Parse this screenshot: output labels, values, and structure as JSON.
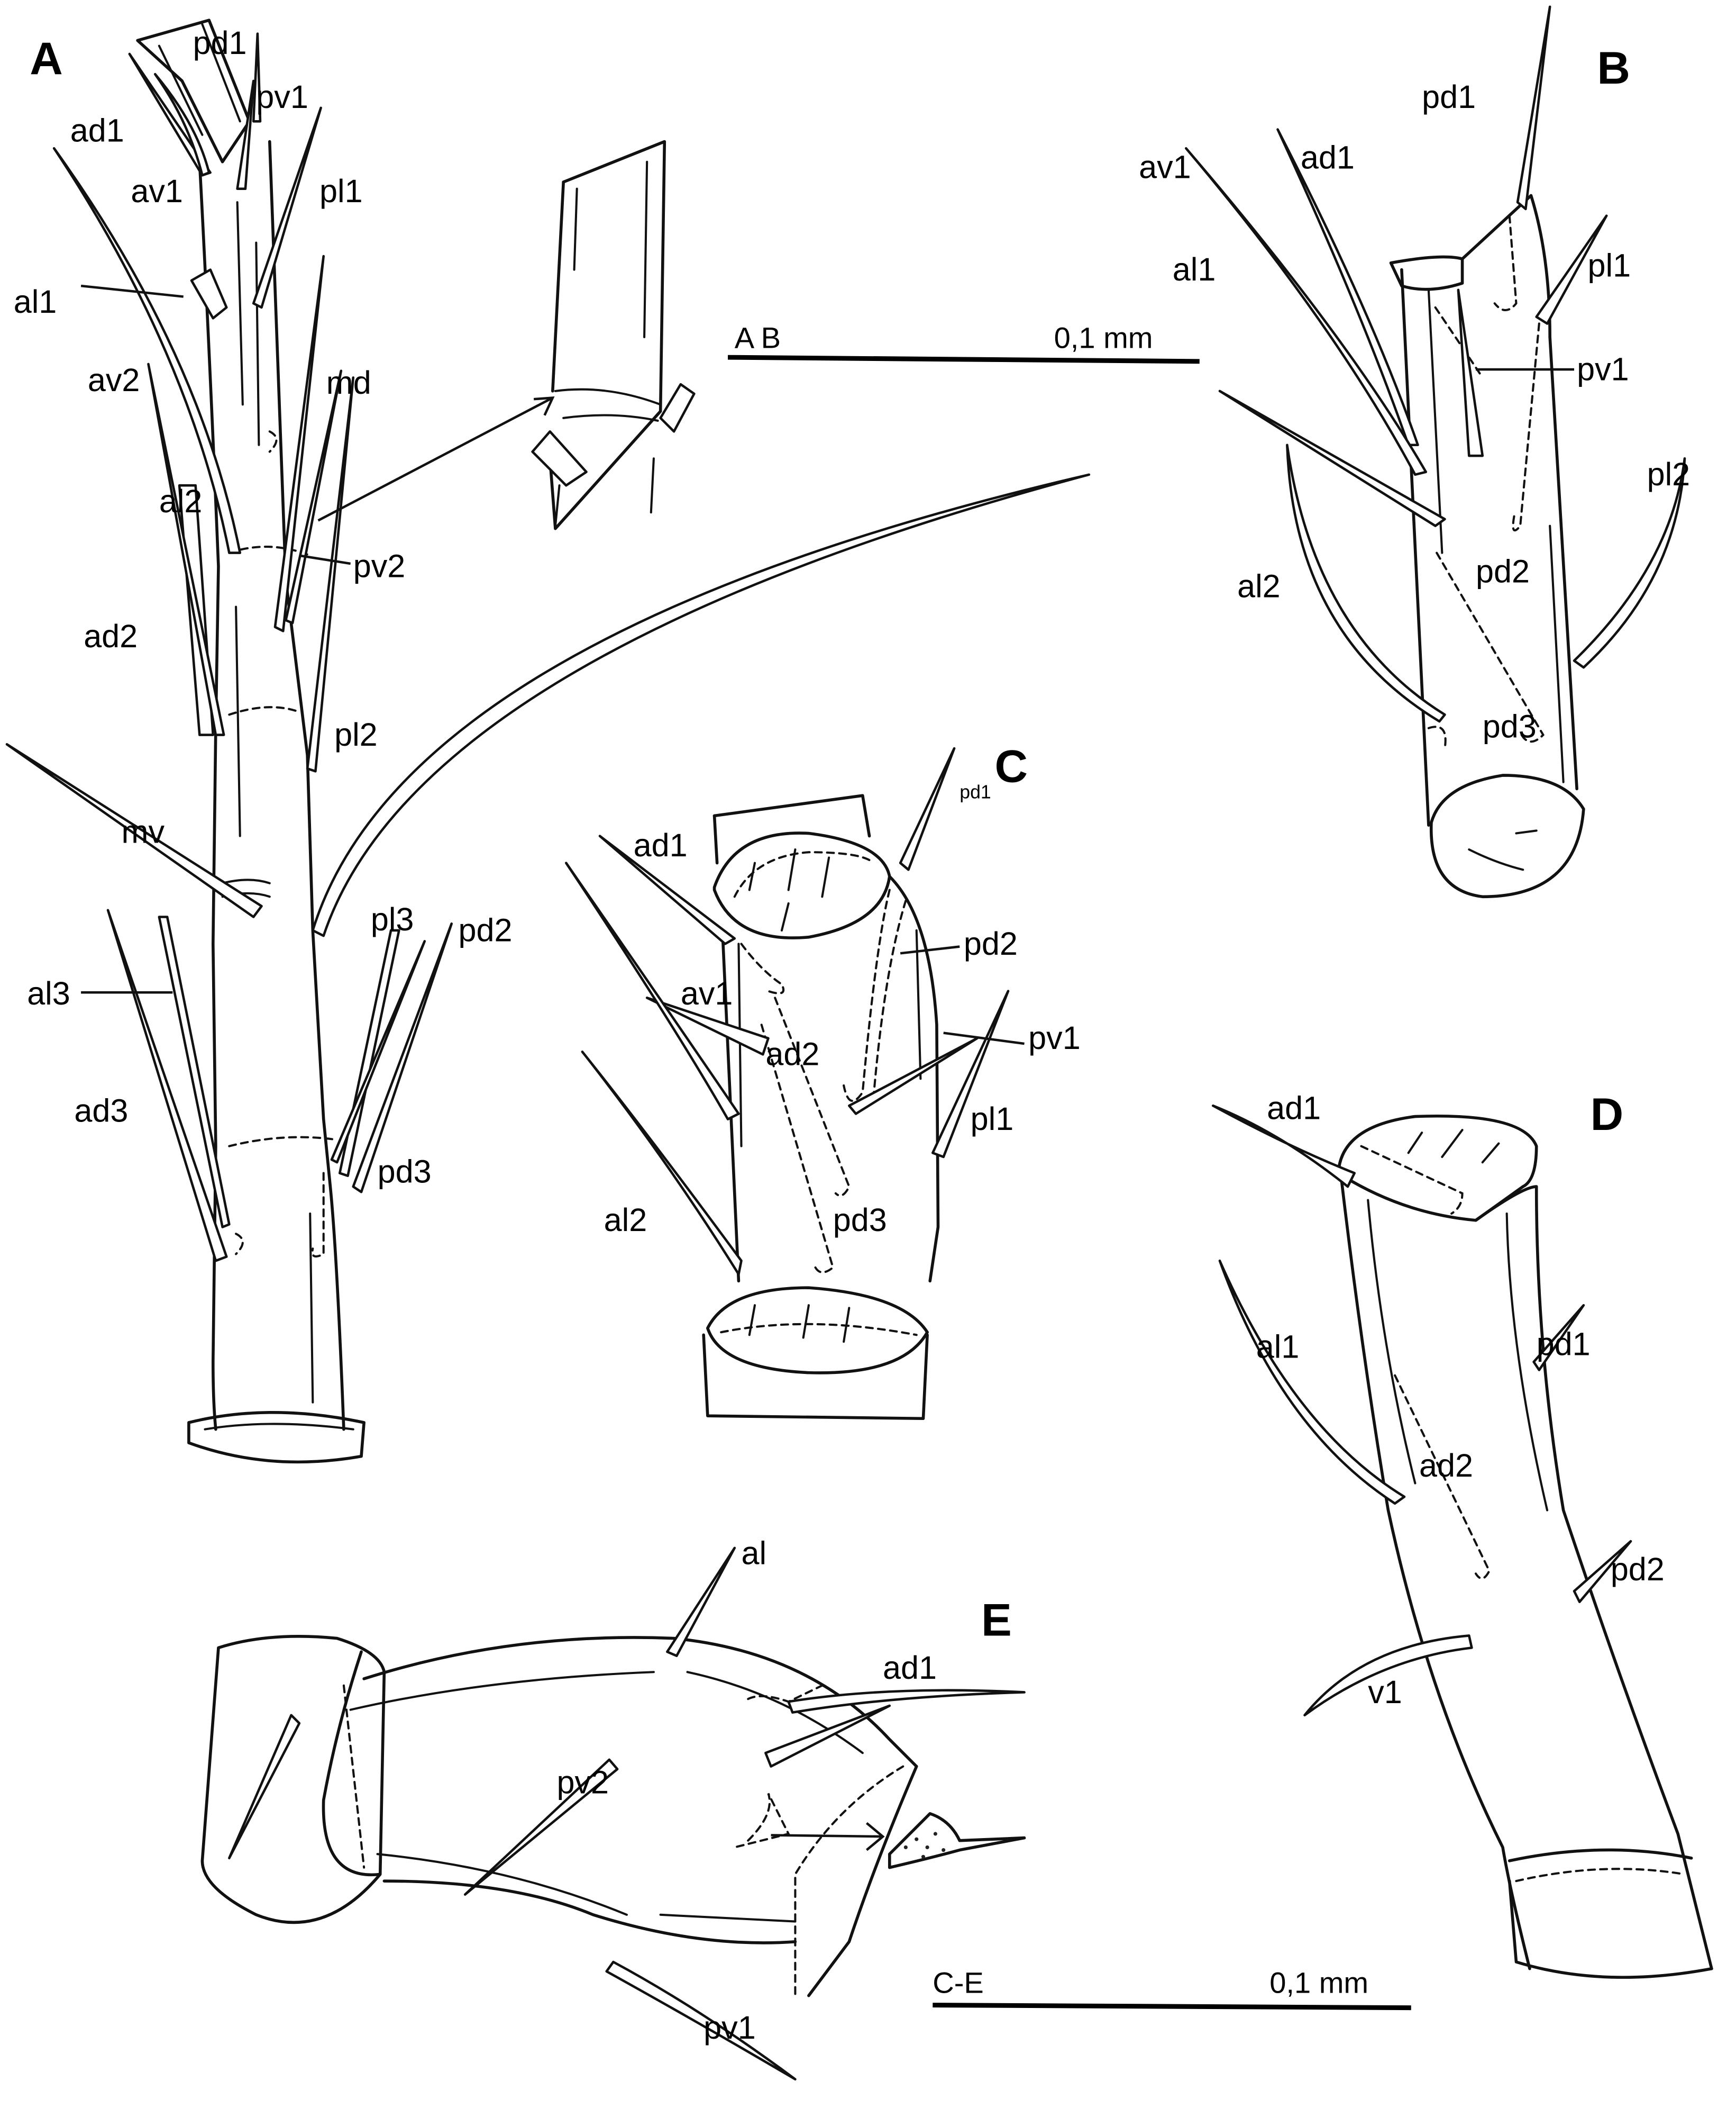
{
  "figure": {
    "colors": {
      "ink": "#111111",
      "background": "#ffffff"
    },
    "panels": {
      "A": {
        "label": "A",
        "setae": {
          "pd1": "pd1",
          "pv1": "pv1",
          "ad1": "ad1",
          "av1": "av1",
          "pl1": "pl1",
          "al1": "al1",
          "av2": "av2",
          "md": "md",
          "al2": "al2",
          "pv2": "pv2",
          "ad2": "ad2",
          "pl2": "pl2",
          "mv": "mv",
          "pd2": "pd2",
          "pl3": "pl3",
          "al3": "al3",
          "ad3": "ad3",
          "pd3": "pd3"
        }
      },
      "B": {
        "label": "B",
        "setae": {
          "pd1": "pd1",
          "av1": "av1",
          "ad1": "ad1",
          "al1": "al1",
          "pl1": "pl1",
          "pv1": "pv1",
          "pl2": "pl2",
          "al2": "al2",
          "pd2": "pd2",
          "pd3": "pd3"
        }
      },
      "C": {
        "label": "C",
        "setae": {
          "ad1": "ad1",
          "pd1": "pd1",
          "pd2": "pd2",
          "av1": "av1",
          "ad2": "ad2",
          "pv1": "pv1",
          "pl1": "pl1",
          "al2": "al2",
          "pd3": "pd3"
        }
      },
      "D": {
        "label": "D",
        "setae": {
          "ad1": "ad1",
          "al1": "al1",
          "pd1": "pd1",
          "ad2": "ad2",
          "pd2": "pd2",
          "v1": "v1"
        }
      },
      "E": {
        "label": "E",
        "setae": {
          "al": "al",
          "ad1": "ad1",
          "pv2": "pv2",
          "pv1": "pv1"
        }
      }
    },
    "scale_bars": {
      "ab": {
        "panels_label": "A B",
        "length_label": "0,1 mm"
      },
      "ce": {
        "panels_label": "C-E",
        "length_label": "0,1 mm"
      }
    }
  }
}
